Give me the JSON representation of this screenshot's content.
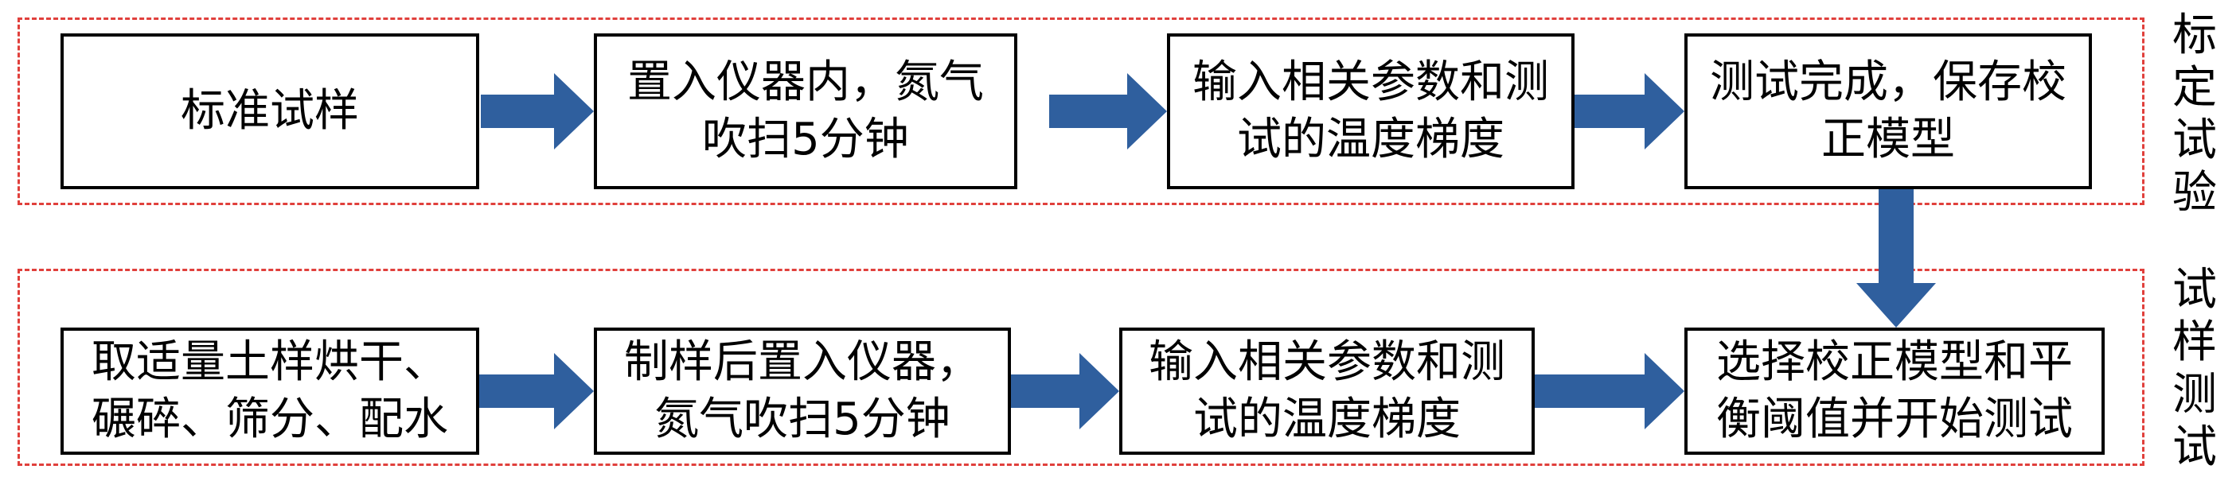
{
  "colors": {
    "frame_border": "#e0403c",
    "arrow_fill": "#2f5f9e",
    "box_border": "#000000",
    "text": "#000000"
  },
  "groups": [
    {
      "label": [
        "标",
        "定",
        "试",
        "验"
      ],
      "steps": [
        "标准试样",
        "置入仪器内，氮气吹扫5分钟",
        "输入相关参数和测试的温度梯度",
        "测试完成，保存校正模型"
      ]
    },
    {
      "label": [
        "试",
        "样",
        "测",
        "试"
      ],
      "steps": [
        "取适量土样烘干、碾碎、筛分、配水",
        "制样后置入仪器，氮气吹扫5分钟",
        "输入相关参数和测试的温度梯度",
        "选择校正模型和平衡阈值并开始测试"
      ]
    }
  ]
}
